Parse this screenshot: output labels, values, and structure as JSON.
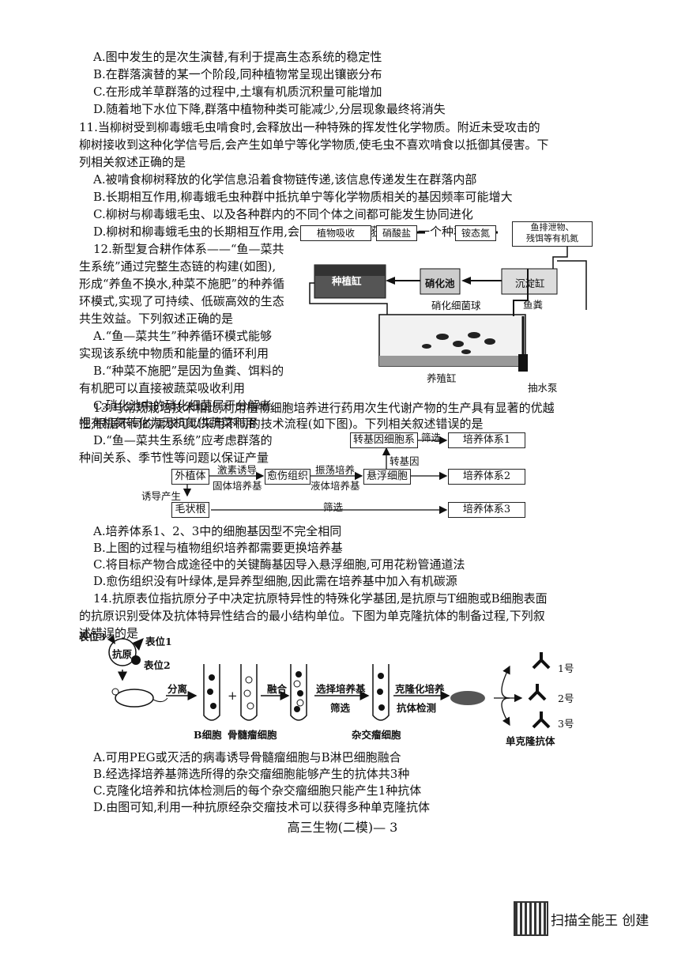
{
  "q10": {
    "A": "A.图中发生的是次生演替,有利于提高生态系统的稳定性",
    "B": "B.在群落演替的某一个阶段,同种植物常呈现出镶嵌分布",
    "C": "C.在形成羊草群落的过程中,土壤有机质沉积量可能增加",
    "D": "D.随着地下水位下降,群落中植物种类可能减少,分层现象最终将消失"
  },
  "q11": {
    "stem1": "11.当柳树受到柳毒蛾毛虫啃食时,会释放出一种特殊的挥发性化学物质。附近未受攻击的",
    "stem2": "柳树接收到这种化学信号后,会产生如单宁等化学物质,使毛虫不喜欢啃食以抵御其侵害。下",
    "stem3": "列相关叙述正确的是",
    "A": "A.被啃食柳树释放的化学信息沿着食物链传递,该信息传递发生在群落内部",
    "B": "B.长期相互作用,柳毒蛾毛虫种群中抵抗单宁等化学物质相关的基因频率可能增大",
    "C": "C.柳树与柳毒蛾毛虫、以及各种群内的不同个体之间都可能发生协同进化",
    "D": "D.柳树和柳毒蛾毛虫的长期相互作用,会导致一个种群获益而另一个种群受害"
  },
  "q12": {
    "l1": "12.新型复合耕作体系——“鱼—菜共",
    "l2": "生系统”通过完整生态链的构建(如图),",
    "l3": "形成“养鱼不换水,种菜不施肥”的种养循",
    "l4": "环模式,实现了可持续、低碳高效的生态",
    "l5": "共生效益。下列叙述正确的是",
    "A1": "A.“鱼—菜共生”种养循环模式能够",
    "A2": "实现该系统中物质和能量的循环利用",
    "B1": "B.“种菜不施肥”是因为鱼粪、饵料的",
    "B2": "有机肥可以直接被蔬菜吸收利用",
    "C1": "C.硝化池中的硝化细菌属于分解者,",
    "C2": "把有机氮转化为无机氮供蔬菜利用",
    "D1": "D.“鱼—菜共生系统”应考虑群落的",
    "D2": "种间关系、季节性等问题以保证产量",
    "fig": {
      "plant": "植物吸收",
      "nitrate": "硝酸盐",
      "ammonium": "铵态氮",
      "organic": "鱼排泄物、",
      "organic2": "残饵等有机氮",
      "planting": "种植缸",
      "nitrify": "硝化池",
      "sediment": "沉淀缸",
      "bacteria": "硝化细菌球",
      "feces": "鱼粪",
      "tank": "养殖缸",
      "pump": "抽水泵"
    }
  },
  "q13": {
    "stem1": "13.与常规栽培技术相比,利用植物细胞培养进行药用次生代谢产物的生产具有显著的优越",
    "stem2": "性,根据不同的需求可以采用不同的技术流程(如下图)。下列相关叙述错误的是",
    "fig": {
      "explant": "外植体",
      "callus": "愈伤组织",
      "suspension": "悬浮细胞",
      "transgenic": "转基因细胞系",
      "hairyroot": "毛状根",
      "sys1": "培养体系1",
      "sys2": "培养体系2",
      "sys3": "培养体系3",
      "hormone": "激素诱导",
      "solid": "固体培养基",
      "shake": "振荡培养",
      "liquid": "液体培养基",
      "screen1": "筛选",
      "screen3": "筛选",
      "transgene": "转基因",
      "induce": "诱导产生"
    },
    "A": "A.培养体系1、2、3中的细胞基因型不完全相同",
    "B": "B.上图的过程与植物组织培养都需要更换培养基",
    "C": "C.将目标产物合成途径中的关键酶基因导入悬浮细胞,可用花粉管通道法",
    "D": "D.愈伤组织没有叶绿体,是异养型细胞,因此需在培养基中加入有机碳源"
  },
  "q14": {
    "stem1": "14.抗原表位指抗原分子中决定抗原特异性的特殊化学基团,是抗原与T细胞或B细胞表面",
    "stem2": "的抗原识别受体及抗体特异性结合的最小结构单位。下图为单克隆抗体的制备过程,下列叙",
    "stem3": "述错误的是",
    "fig": {
      "e3": "表位3",
      "e1": "表位1",
      "e2": "表位2",
      "antigen": "抗原",
      "separate": "分离",
      "plus": "+",
      "fuse": "融合",
      "select_medium": "选择培养基",
      "screen": "筛选",
      "clone": "克隆化培养",
      "antibody_test": "抗体检测",
      "bcell": "B细胞",
      "myeloma": "骨髓瘤细胞",
      "hybridoma": "杂交瘤细胞",
      "n1": "1号",
      "n2": "2号",
      "n3": "3号",
      "mab": "单克隆抗体"
    },
    "A": "A.可用PEG或灭活的病毒诱导骨髓瘤细胞与B淋巴细胞融合",
    "B": "B.经选择培养基筛选所得的杂交瘤细胞能够产生的抗体共3种",
    "C": "C.克隆化培养和抗体检测后的每个杂交瘤细胞只能产生1种抗体",
    "D": "D.由图可知,利用一种抗原经杂交瘤技术可以获得多种单克隆抗体"
  },
  "footer": "高三生物(二模)— 3",
  "watermark": "扫描全能王 创建"
}
